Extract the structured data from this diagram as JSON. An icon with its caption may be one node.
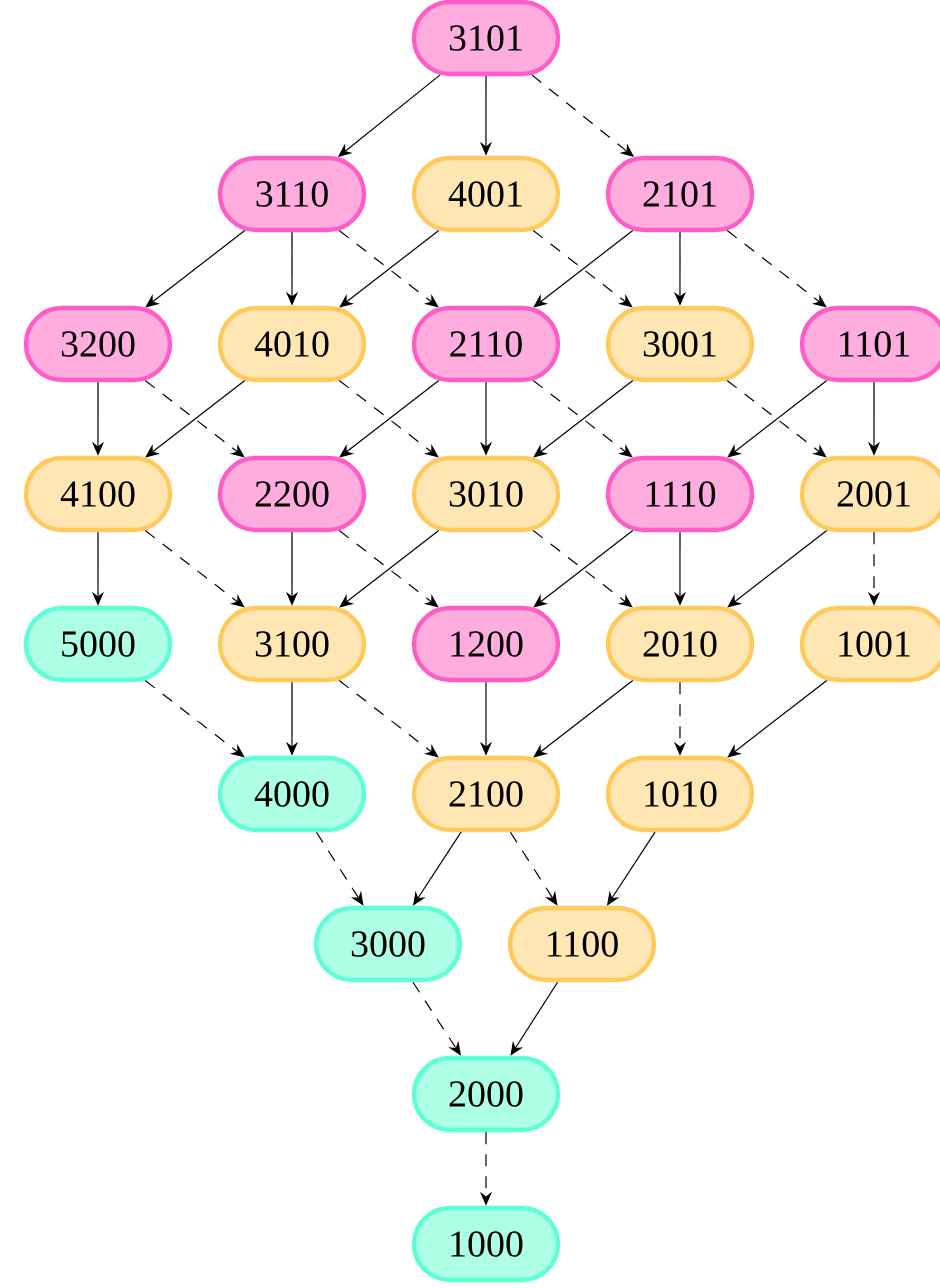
{
  "diagram": {
    "nodes": [
      {
        "text": [
          "3101"
        ]
      },
      {
        "text": [
          "3110"
        ]
      },
      {
        "text": [
          "4001"
        ]
      },
      {
        "text": [
          "2101"
        ]
      },
      {
        "text": [
          "3200"
        ]
      },
      {
        "text": [
          "4010"
        ]
      },
      {
        "text": [
          "2110"
        ]
      },
      {
        "text": [
          "3001"
        ]
      },
      {
        "text": [
          "1101"
        ]
      },
      {
        "text": [
          "4100"
        ]
      },
      {
        "text": [
          "2200"
        ]
      },
      {
        "text": [
          "3010"
        ]
      },
      {
        "text": [
          "1110"
        ]
      },
      {
        "text": [
          "2001"
        ]
      },
      {
        "text": [
          "5000"
        ]
      },
      {
        "text": [
          "3100"
        ]
      },
      {
        "text": [
          "1200"
        ]
      },
      {
        "text": [
          "2010"
        ]
      },
      {
        "text": [
          "1001"
        ]
      },
      {
        "text": [
          "4000"
        ]
      },
      {
        "text": [
          "2100"
        ]
      },
      {
        "text": [
          "1010"
        ]
      },
      {
        "text": [
          "3000"
        ]
      },
      {
        "text": [
          "1100"
        ]
      },
      {
        "text": [
          "2000"
        ]
      },
      {
        "text": [
          "1000"
        ]
      }
    ],
    "edges": [
      {
        "from": 0,
        "to": 1,
        "arrow": "to"
      },
      {
        "from": 0,
        "to": 2,
        "arrow": "to"
      },
      {
        "from": 0,
        "to": 3,
        "arrow": "to",
        "style": "dashed"
      },
      {
        "from": 1,
        "to": 4,
        "arrow": "to"
      },
      {
        "from": 1,
        "to": 5,
        "arrow": "to"
      },
      {
        "from": 1,
        "to": 6,
        "arrow": "to",
        "style": "dashed"
      },
      {
        "from": 2,
        "to": 5,
        "arrow": "to"
      },
      {
        "from": 2,
        "to": 7,
        "arrow": "to",
        "style": "dashed"
      },
      {
        "from": 3,
        "to": 6,
        "arrow": "to"
      },
      {
        "from": 3,
        "to": 7,
        "arrow": "to"
      },
      {
        "from": 3,
        "to": 8,
        "arrow": "to",
        "style": "dashed"
      },
      {
        "from": 4,
        "to": 9,
        "arrow": "to"
      },
      {
        "from": 4,
        "to": 10,
        "arrow": "to",
        "style": "dashed"
      },
      {
        "from": 5,
        "to": 9,
        "arrow": "to"
      },
      {
        "from": 5,
        "to": 11,
        "arrow": "to",
        "style": "dashed"
      },
      {
        "from": 6,
        "to": 10,
        "arrow": "to"
      },
      {
        "from": 6,
        "to": 11,
        "arrow": "to"
      },
      {
        "from": 6,
        "to": 12,
        "arrow": "to",
        "style": "dashed"
      },
      {
        "from": 7,
        "to": 11,
        "arrow": "to"
      },
      {
        "from": 7,
        "to": 13,
        "arrow": "to",
        "style": "dashed"
      },
      {
        "from": 8,
        "to": 12,
        "arrow": "to"
      },
      {
        "from": 8,
        "to": 13,
        "arrow": "to"
      },
      {
        "from": 9,
        "to": 14,
        "arrow": "to"
      },
      {
        "from": 9,
        "to": 15,
        "arrow": "to",
        "style": "dashed"
      },
      {
        "from": 10,
        "to": 15,
        "arrow": "to"
      },
      {
        "from": 10,
        "to": 16,
        "arrow": "to",
        "style": "dashed"
      },
      {
        "from": 11,
        "to": 15,
        "arrow": "to"
      },
      {
        "from": 11,
        "to": 17,
        "arrow": "to",
        "style": "dashed"
      },
      {
        "from": 12,
        "to": 16,
        "arrow": "to"
      },
      {
        "from": 12,
        "to": 17,
        "arrow": "to"
      },
      {
        "from": 13,
        "to": 17,
        "arrow": "to"
      },
      {
        "from": 13,
        "to": 18,
        "arrow": "to",
        "style": "dashed"
      },
      {
        "from": 14,
        "to": 19,
        "arrow": "to",
        "style": "dashed"
      },
      {
        "from": 15,
        "to": 19,
        "arrow": "to"
      },
      {
        "from": 15,
        "to": 20,
        "arrow": "to",
        "style": "dashed"
      },
      {
        "from": 16,
        "to": 20,
        "arrow": "to"
      },
      {
        "from": 17,
        "to": 20,
        "arrow": "to"
      },
      {
        "from": 17,
        "to": 21,
        "arrow": "to",
        "style": "dashed"
      },
      {
        "from": 18,
        "to": 21,
        "arrow": "to"
      },
      {
        "from": 19,
        "to": 22,
        "arrow": "to",
        "style": "dashed"
      },
      {
        "from": 20,
        "to": 22,
        "arrow": "to"
      },
      {
        "from": 20,
        "to": 23,
        "arrow": "to",
        "style": "dashed"
      },
      {
        "from": 21,
        "to": 23,
        "arrow": "to"
      },
      {
        "from": 22,
        "to": 24,
        "arrow": "to",
        "style": "dashed"
      },
      {
        "from": 23,
        "to": 24,
        "arrow": "to"
      },
      {
        "from": 24,
        "to": 25,
        "arrow": "to",
        "style": "dashed"
      }
    ]
  }
}
